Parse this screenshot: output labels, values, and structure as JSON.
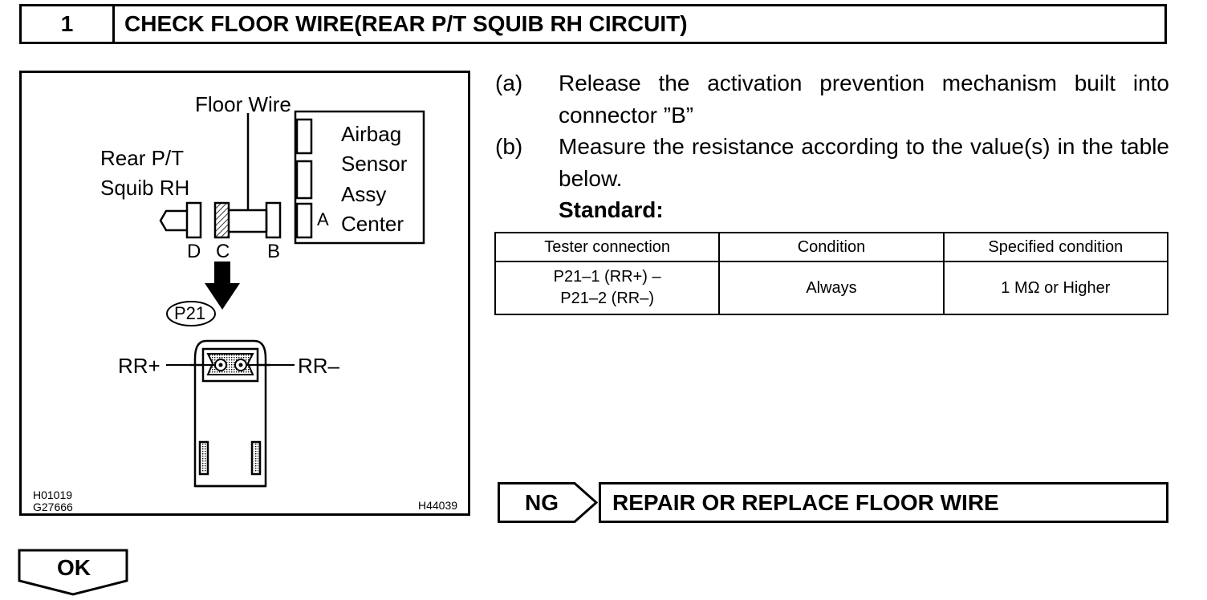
{
  "header": {
    "step_number": "1",
    "title": "CHECK FLOOR WIRE(REAR P/T SQUIB RH CIRCUIT)"
  },
  "figure": {
    "floor_wire": "Floor Wire",
    "squib_line1": "Rear P/T",
    "squib_line2": "Squib RH",
    "airbag_line1": "Airbag",
    "airbag_line2": "Sensor",
    "airbag_line3": "Assy",
    "airbag_line4": "Center",
    "conn_a": "A",
    "conn_b": "B",
    "conn_c": "C",
    "conn_d": "D",
    "connector_id": "P21",
    "rr_plus": "RR+",
    "rr_minus": "RR–",
    "code1": "H01019",
    "code2": "G27666",
    "code3": "H44039"
  },
  "steps": [
    {
      "label": "(a)",
      "text": "Release the activation prevention mechanism built into connector ”B”"
    },
    {
      "label": "(b)",
      "text": "Measure the resistance according to the value(s) in the table below."
    }
  ],
  "standard_label": "Standard:",
  "table": {
    "headers": [
      "Tester connection",
      "Condition",
      "Specified condition"
    ],
    "row": {
      "connection_line1": "P21–1 (RR+) –",
      "connection_line2": "P21–2 (RR–)",
      "condition": "Always",
      "specified": "1 MΩ or Higher"
    }
  },
  "ng": {
    "label": "NG",
    "action": "REPAIR OR REPLACE FLOOR WIRE"
  },
  "ok": {
    "label": "OK"
  }
}
